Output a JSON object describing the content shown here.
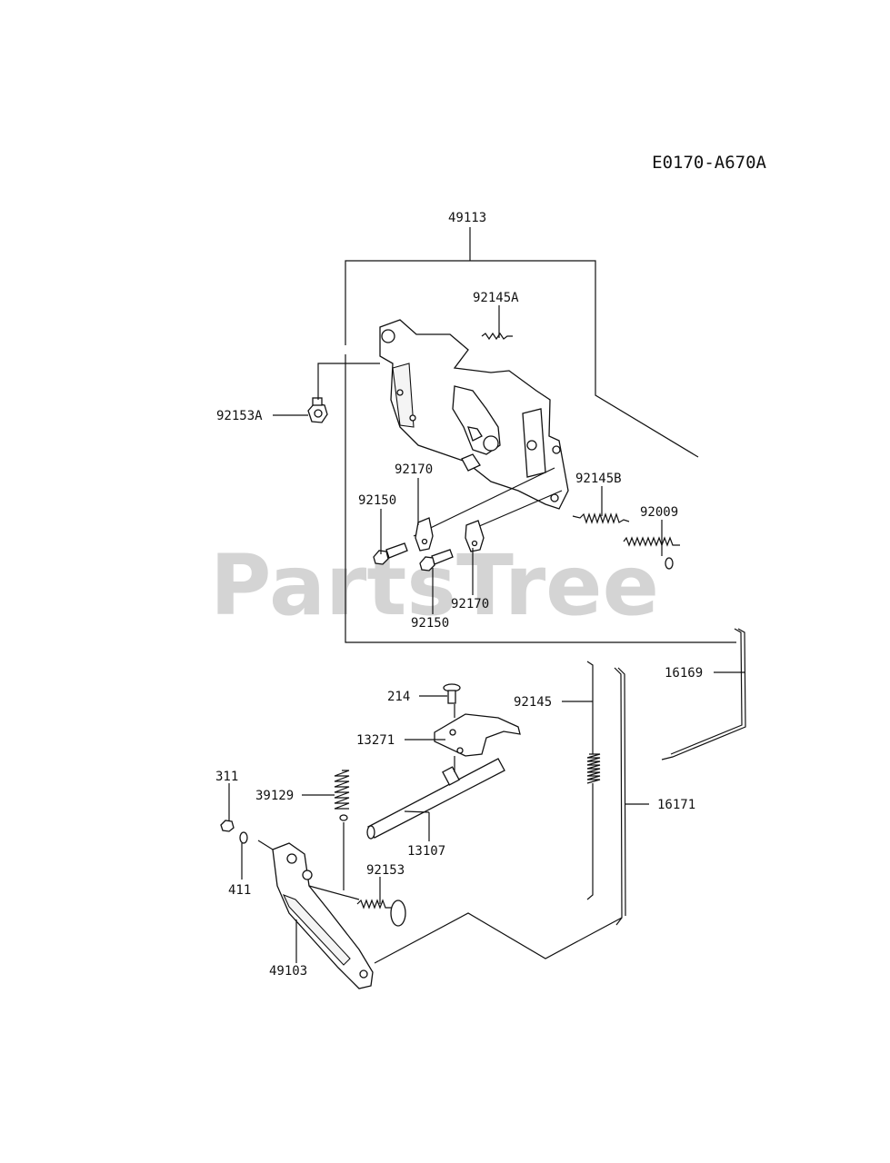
{
  "diagram_code": "E0170-A670A",
  "watermark": "PartsTree",
  "callouts": {
    "c49113": "49113",
    "c92145A": "92145A",
    "c92153A": "92153A",
    "c92170a": "92170",
    "c92150a": "92150",
    "c92170b": "92170",
    "c92150b": "92150",
    "c92145B": "92145B",
    "c92009": "92009",
    "c16169": "16169",
    "c214": "214",
    "c92145": "92145",
    "c13271": "13271",
    "c311": "311",
    "c39129": "39129",
    "c13107": "13107",
    "c16171": "16171",
    "c92153": "92153",
    "c411": "411",
    "c49103": "49103"
  }
}
